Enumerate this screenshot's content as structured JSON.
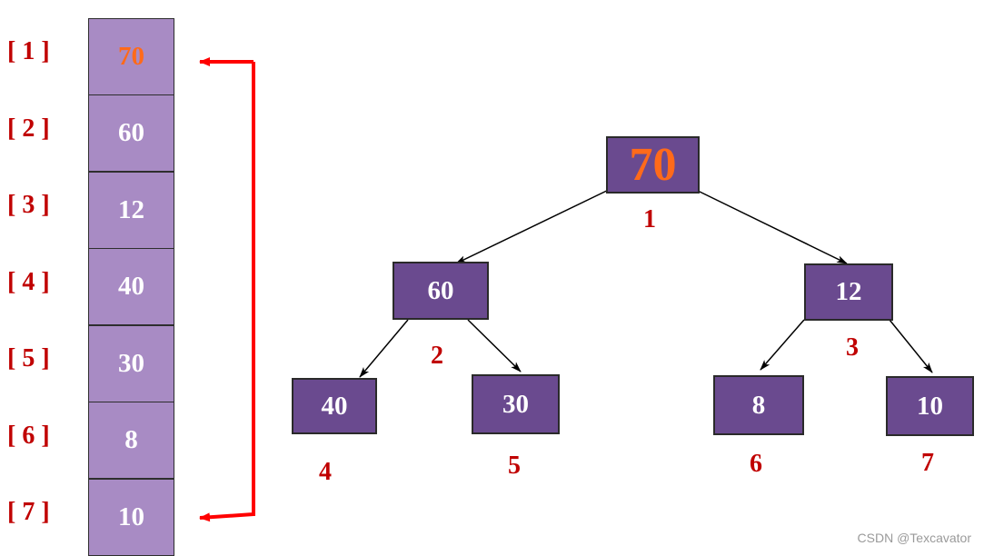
{
  "array": {
    "index_labels": [
      "[ 1 ]",
      "[ 2 ]",
      "[ 3 ]",
      "[ 4 ]",
      "[ 5 ]",
      "[ 6 ]",
      "[ 7 ]"
    ],
    "values": [
      "70",
      "60",
      "12",
      "40",
      "30",
      "8",
      "10"
    ]
  },
  "tree": {
    "nodes": [
      {
        "value": "70",
        "position": "1"
      },
      {
        "value": "60",
        "position": "2"
      },
      {
        "value": "12",
        "position": "3"
      },
      {
        "value": "40",
        "position": "4"
      },
      {
        "value": "30",
        "position": "5"
      },
      {
        "value": "8",
        "position": "6"
      },
      {
        "value": "10",
        "position": "7"
      }
    ]
  },
  "colors": {
    "array_cell": "#a88bc4",
    "tree_node": "#6a4a8f",
    "highlight_value": "#ff6a1a",
    "index_label": "#c00000",
    "swap_arrow": "#ff0000"
  },
  "watermark": "CSDN @Texcavator"
}
